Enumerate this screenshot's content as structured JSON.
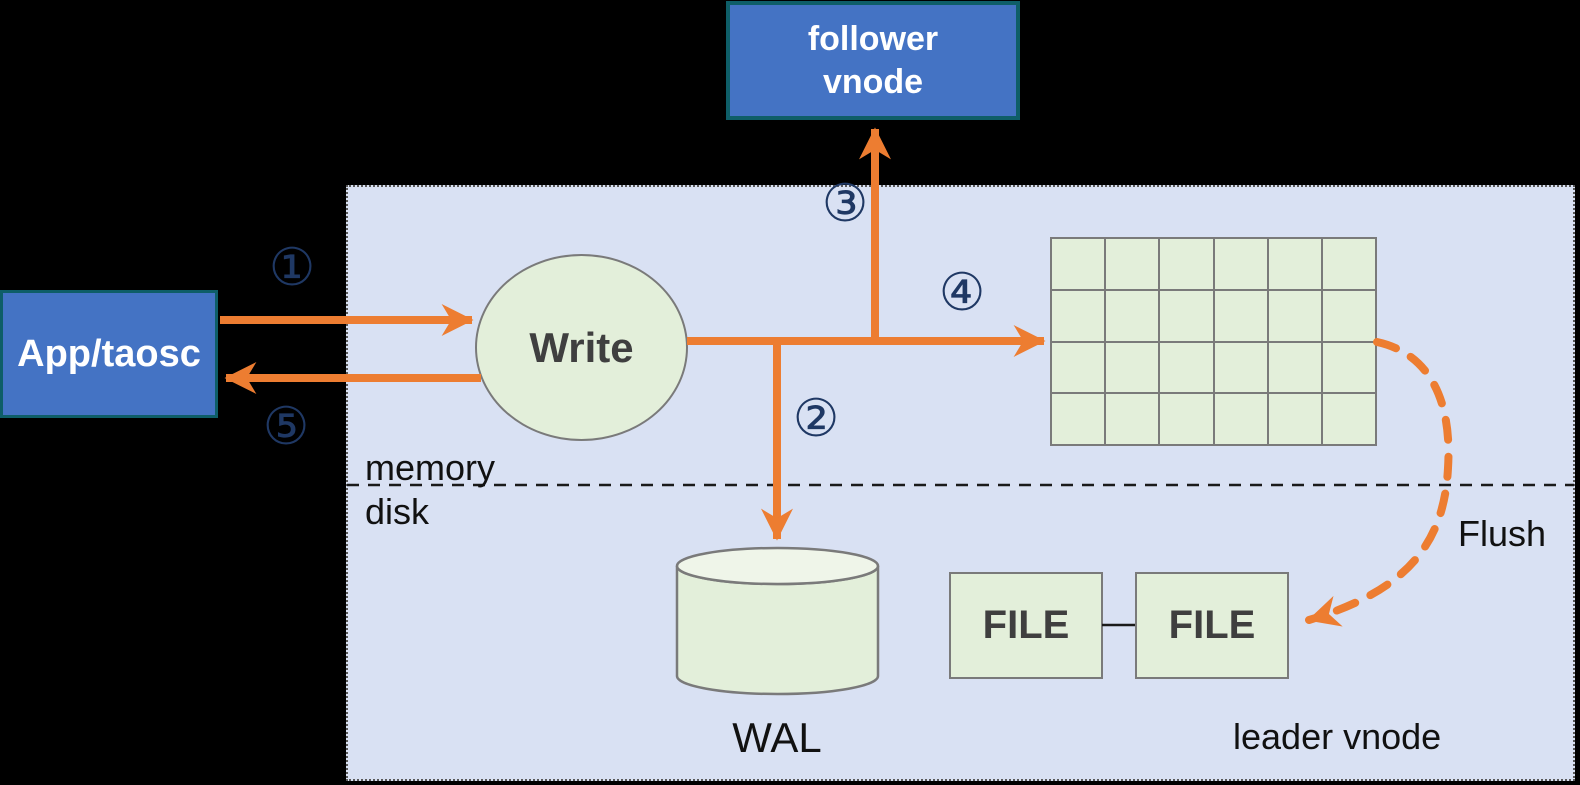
{
  "colors": {
    "background": "#000000",
    "leader_rect_fill": "#D9E1F3",
    "leader_rect_border": "#595959",
    "blue_box_fill": "#4473C4",
    "blue_box_border": "#0E5E68",
    "green_fill": "#E3EFDA",
    "green_border": "#7A7A7A",
    "arrow_orange": "#ED7D31",
    "step_number_navy": "#1F3864",
    "dark_text": "#3F3F3F"
  },
  "nodes": {
    "app": {
      "label": "App/taosc"
    },
    "follower": {
      "line1": "follower",
      "line2": "vnode"
    },
    "write": {
      "label": "Write"
    },
    "wal": {
      "label": "WAL"
    },
    "file1": {
      "label": "FILE"
    },
    "file2": {
      "label": "FILE"
    }
  },
  "labels": {
    "memory": "memory",
    "disk": "disk",
    "flush": "Flush",
    "leader_vnode": "leader vnode"
  },
  "steps": {
    "s1": "①",
    "s2": "②",
    "s3": "③",
    "s4": "④",
    "s5": "⑤"
  },
  "grid": {
    "rows": 4,
    "cols": 6
  }
}
